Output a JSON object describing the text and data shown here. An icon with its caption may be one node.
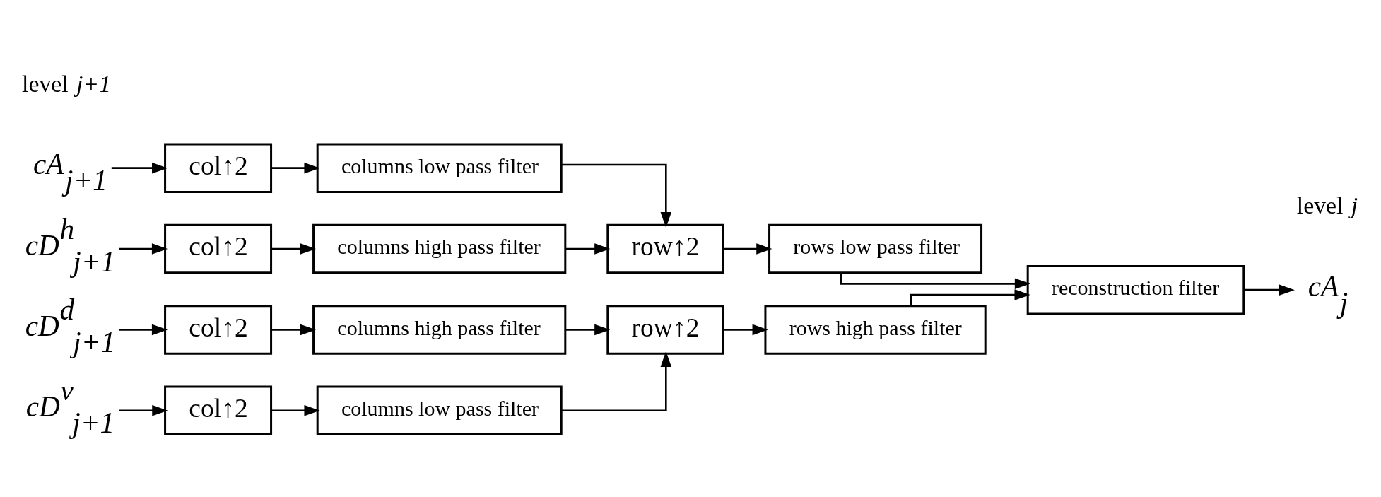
{
  "diagram": {
    "nodes": [
      {
        "text": [
          "cA$_{j+1}$"
        ]
      },
      {
        "text": [
          "cD$^{h}$$_{j+1}$"
        ]
      },
      {
        "text": [
          "cD$^{v}$$_{j+1}$"
        ]
      },
      {
        "text": [
          "cD$^{d}$$_{j+1}$"
        ]
      },
      {
        "text": [
          "col↑2"
        ]
      },
      {
        "text": [
          "col↑2"
        ]
      },
      {
        "text": [
          "col↑2"
        ]
      },
      {
        "text": [
          "col↑2"
        ]
      },
      {
        "text": [
          "columns low pass filter"
        ]
      },
      {
        "text": [
          "columns high pass filter"
        ]
      },
      {
        "text": [
          "columns low pass filter"
        ]
      },
      {
        "text": [
          "columns high pass filter"
        ]
      },
      {
        "text": [
          "row↑2"
        ]
      },
      {
        "text": [
          "row↑2"
        ]
      },
      {
        "text": [
          "rows low pass filter"
        ]
      },
      {
        "text": [
          "rows high pass filter"
        ]
      },
      {
        "text": [
          "reconstruction filter"
        ]
      },
      {
        "text": [
          "cA$_{j}$"
        ]
      }
    ],
    "edges": [
      {
        "from": 0,
        "to": 4,
        "arrow": "to"
      },
      {
        "from": 1,
        "to": 5,
        "arrow": "to"
      },
      {
        "from": 2,
        "to": 6,
        "arrow": "to"
      },
      {
        "from": 3,
        "to": 7,
        "arrow": "to"
      },
      {
        "from": 4,
        "to": 8,
        "arrow": "to"
      },
      {
        "from": 5,
        "to": 9,
        "arrow": "to"
      },
      {
        "from": 6,
        "to": 10,
        "arrow": "to"
      },
      {
        "from": 7,
        "to": 11,
        "arrow": "to"
      },
      {
        "from": 8,
        "to": 12,
        "arrow": "to"
      },
      {
        "from": 9,
        "to": 12,
        "arrow": "to"
      },
      {
        "from": 10,
        "to": 13,
        "arrow": "to"
      },
      {
        "from": 11,
        "to": 13,
        "arrow": "to"
      },
      {
        "from": 12,
        "to": 14,
        "arrow": "to"
      },
      {
        "from": 13,
        "to": 15,
        "arrow": "to"
      },
      {
        "from": 14,
        "to": 16,
        "arrow": "to"
      },
      {
        "from": 15,
        "to": 16,
        "arrow": "to"
      },
      {
        "from": 16,
        "to": 17,
        "arrow": "to"
      }
    ],
    "labels": [
      "level *j+1*",
      "level *j*"
    ]
  }
}
